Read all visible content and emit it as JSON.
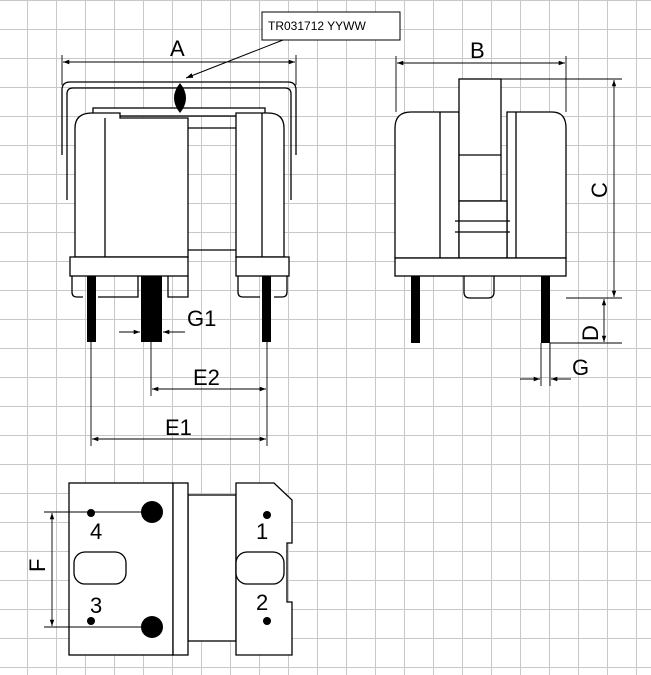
{
  "drawing": {
    "marking_label": "TR031712 YYWW",
    "dims": {
      "A": "A",
      "B": "B",
      "C": "C",
      "D": "D",
      "E1": "E1",
      "E2": "E2",
      "F": "F",
      "G": "G",
      "G1": "G1"
    },
    "pins": {
      "p1": "1",
      "p2": "2",
      "p3": "3",
      "p4": "4"
    }
  }
}
